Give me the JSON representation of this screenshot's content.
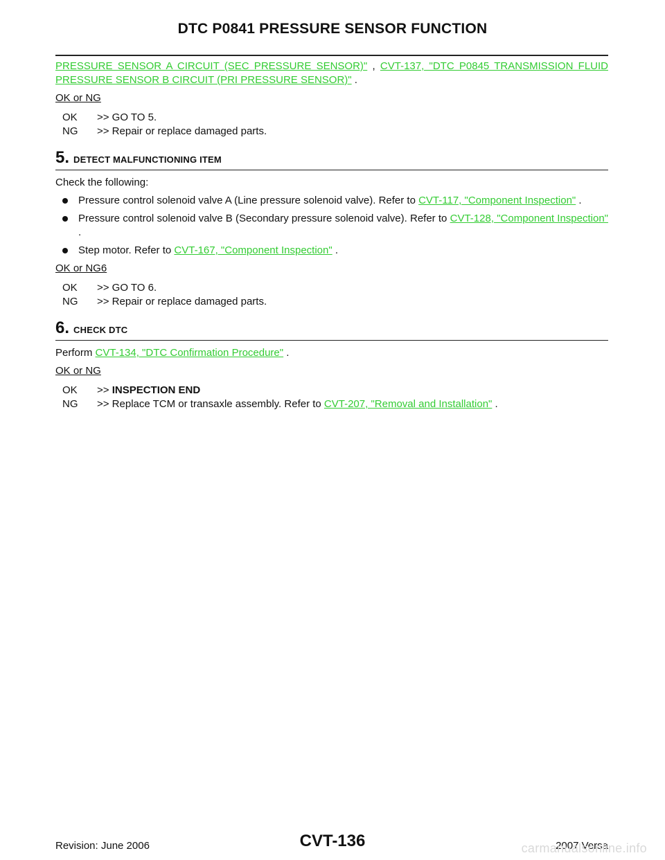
{
  "header": {
    "title": "DTC P0841 PRESSURE SENSOR FUNCTION"
  },
  "intro": {
    "link1": "PRESSURE SENSOR A CIRCUIT (SEC PRESSURE SENSOR)\"",
    "sep": " , ",
    "link2": "CVT-137, \"DTC P0845 TRANSMISSION FLUID PRESSURE SENSOR B CIRCUIT (PRI PRESSURE SENSOR)\"",
    "end": " .",
    "okng": "OK or NG",
    "results": [
      {
        "code": "OK",
        "text": ">> GO TO 5."
      },
      {
        "code": "NG",
        "text": ">> Repair or replace damaged parts."
      }
    ]
  },
  "step5": {
    "number": "5.",
    "title": "DETECT MALFUNCTIONING ITEM",
    "lead": "Check the following:",
    "bullets": [
      {
        "text": "Pressure control solenoid valve A (Line pressure solenoid valve). Refer to ",
        "link": "CVT-117, \"Component Inspection\"",
        "end": " ."
      },
      {
        "text": "Pressure control solenoid valve B (Secondary pressure solenoid valve). Refer to ",
        "link": "CVT-128, \"Component Inspection\"",
        "end": " ."
      },
      {
        "text": "Step motor. Refer to ",
        "link": "CVT-167, \"Component Inspection\"",
        "end": " ."
      }
    ],
    "okng": "OK or NG6",
    "results": [
      {
        "code": "OK",
        "text": ">> GO TO 6."
      },
      {
        "code": "NG",
        "text": ">> Repair or replace damaged parts."
      }
    ]
  },
  "step6": {
    "number": "6.",
    "title": "CHECK DTC",
    "perform": "Perform ",
    "link": "CVT-134, \"DTC Confirmation Procedure\"",
    "end": " .",
    "okng": "OK or NG",
    "results": [
      {
        "code": "OK",
        "prefix": ">> ",
        "strong": "INSPECTION END"
      },
      {
        "code": "NG",
        "text": ">> Replace TCM or transaxle assembly. Refer to ",
        "link": "CVT-207, \"Removal and Installation\"",
        "end": " ."
      }
    ]
  },
  "footer": {
    "revision": "Revision: June 2006",
    "page": "CVT-136",
    "model": "2007 Versa",
    "watermark": "carmanualsonline.info"
  }
}
